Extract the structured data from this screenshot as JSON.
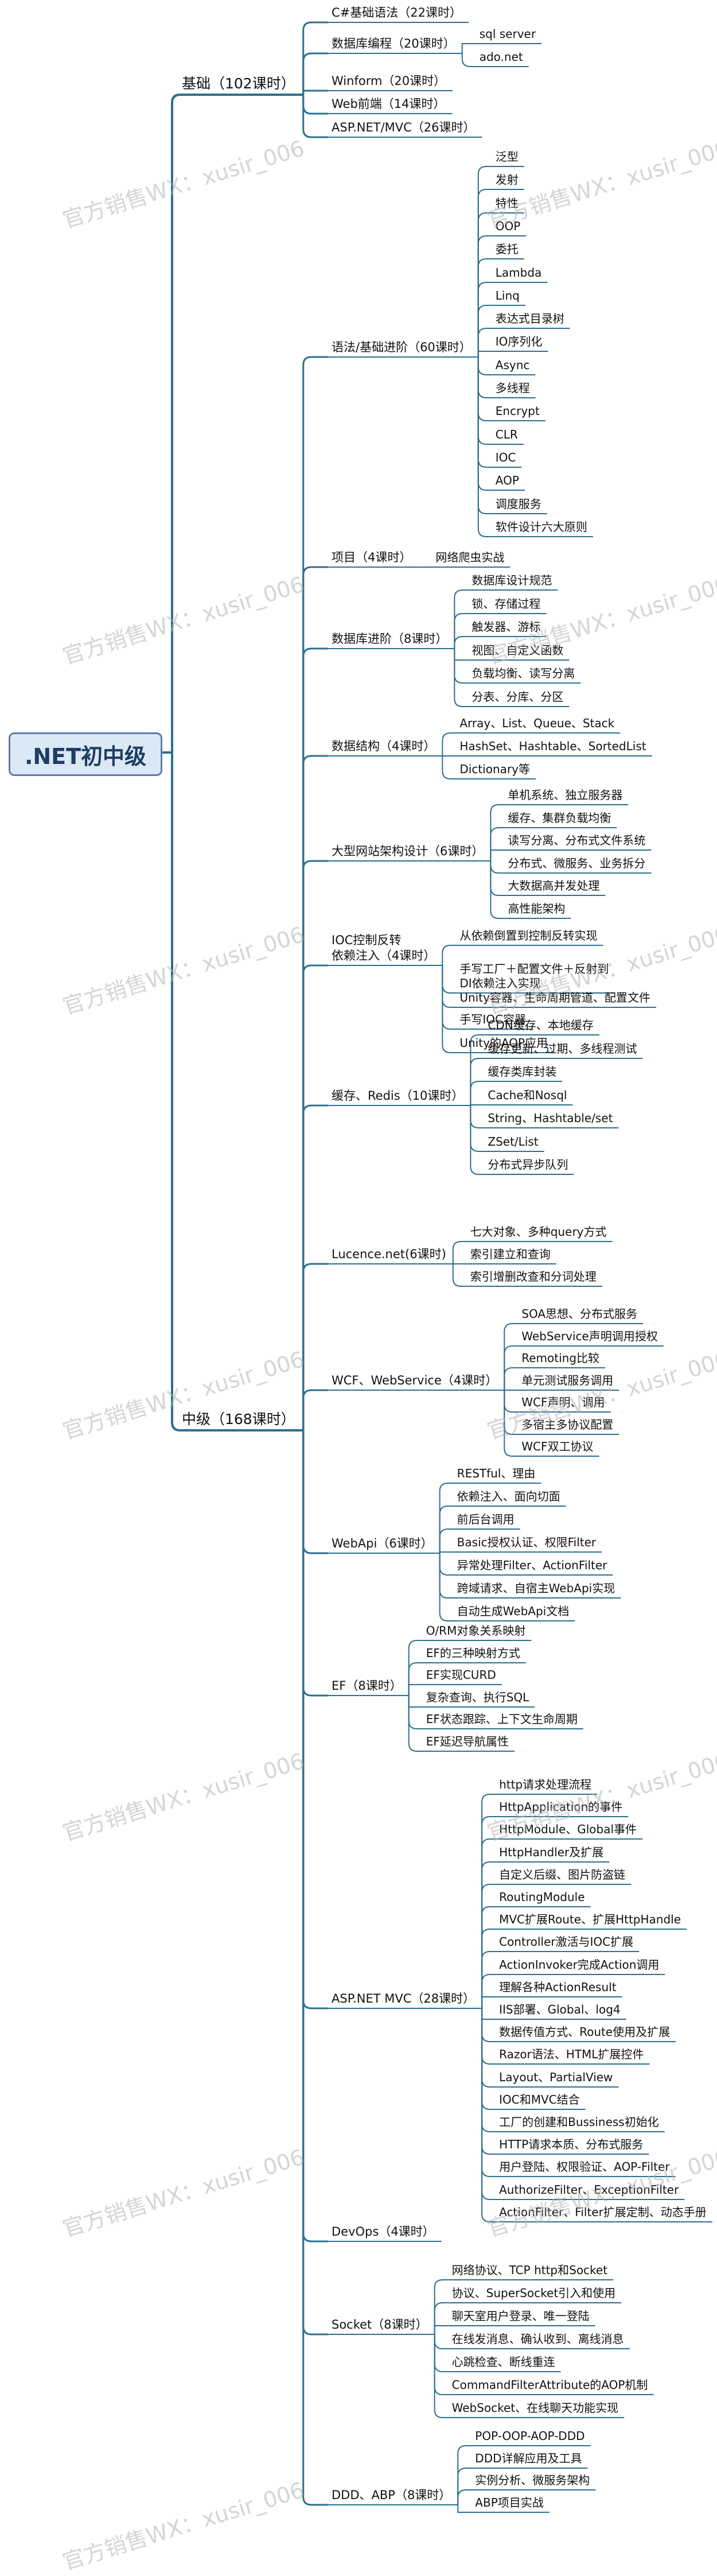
{
  "root": ".NET初中级",
  "watermark": "官方销售WX：xusir_006",
  "branches": [
    {
      "label": "基础（102课时）",
      "children": [
        {
          "label": "C#基础语法（22课时）",
          "children": []
        },
        {
          "label": "数据库编程（20课时）",
          "children": [
            "sql server",
            "ado.net"
          ]
        },
        {
          "label": "Winform（20课时）",
          "children": []
        },
        {
          "label": "Web前端（14课时）",
          "children": []
        },
        {
          "label": "ASP.NET/MVC（26课时）",
          "children": []
        }
      ]
    },
    {
      "label": "中级（168课时）",
      "children": [
        {
          "label": "语法/基础进阶（60课时）",
          "children": [
            "泛型",
            "发射",
            "特性",
            "OOP",
            "委托",
            "Lambda",
            "Linq",
            "表达式目录树",
            "IO序列化",
            "Async",
            "多线程",
            "Encrypt",
            "CLR",
            "IOC",
            "AOP",
            "调度服务",
            "软件设计六大原则"
          ]
        },
        {
          "label": "项目（4课时）",
          "children": [
            "网络爬虫实战"
          ]
        },
        {
          "label": "数据库进阶（8课时）",
          "children": [
            "数据库设计规范",
            "锁、存储过程",
            "触发器、游标",
            "视图、自定义函数",
            "负载均衡、读写分离",
            "分表、分库、分区"
          ]
        },
        {
          "label": "数据结构（4课时）",
          "children": [
            "Array、List、Queue、Stack",
            "HashSet、Hashtable、SortedList",
            "Dictionary等"
          ]
        },
        {
          "label": "大型网站架构设计（6课时）",
          "children": [
            "单机系统、独立服务器",
            "缓存、集群负载均衡",
            "读写分离、分布式文件系统",
            "分布式、微服务、业务拆分",
            "大数据高并发处理",
            "高性能架构"
          ]
        },
        {
          "label": "IOC控制反转\n依赖注入（4课时）",
          "children": [
            "从依赖倒置到控制反转实现",
            "手写工厂＋配置文件＋反射到\nDI依赖注入实现",
            "Unity容器、生命周期管道、配置文件",
            "手写IOC容器",
            "Unity的AOP应用"
          ]
        },
        {
          "label": "缓存、Redis（10课时）",
          "children": [
            "CDN缓存、本地缓存",
            "缓存更新、过期、多线程测试",
            "缓存类库封装",
            "Cache和Nosql",
            "String、Hashtable/set",
            "ZSet/List",
            "分布式异步队列"
          ]
        },
        {
          "label": "Lucence.net(6课时)",
          "children": [
            "七大对象、多种query方式",
            "索引建立和查询",
            "索引增删改查和分词处理"
          ]
        },
        {
          "label": "WCF、WebService（4课时）",
          "children": [
            "SOA思想、分布式服务",
            "WebService声明调用授权",
            "Remoting比较",
            "单元测试服务调用",
            "WCF声明、调用",
            "多宿主多协议配置",
            "WCF双工协议"
          ]
        },
        {
          "label": "WebApi（6课时）",
          "children": [
            "RESTful、理由",
            "依赖注入、面向切面",
            "前后台调用",
            "Basic授权认证、权限Filter",
            "异常处理Filter、ActionFilter",
            "跨域请求、自宿主WebApi实现",
            "自动生成WebApi文档"
          ]
        },
        {
          "label": "EF（8课时）",
          "children": [
            "O/RM对象关系映射",
            "EF的三种映射方式",
            "EF实现CURD",
            "复杂查询、执行SQL",
            "EF状态跟踪、上下文生命周期",
            "EF延迟导航属性"
          ]
        },
        {
          "label": "ASP.NET MVC（28课时）",
          "children": [
            "http请求处理流程",
            "HttpApplication的事件",
            "HttpModule、Global事件",
            "HttpHandler及扩展",
            "自定义后缀、图片防盗链",
            "RoutingModule",
            "MVC扩展Route、扩展HttpHandle",
            "Controller激活与IOC扩展",
            "ActionInvoker完成Action调用",
            "理解各种ActionResult",
            "IIS部署、Global、log4",
            "数据传值方式、Route使用及扩展",
            "Razor语法、HTML扩展控件",
            "Layout、PartialView",
            "IOC和MVC结合",
            "工厂的创建和Bussiness初始化",
            "HTTP请求本质、分布式服务",
            "用户登陆、权限验证、AOP-Filter",
            "AuthorizeFilter、ExceptionFilter",
            "ActionFilter、Filter扩展定制、动态手册"
          ]
        },
        {
          "label": "DevOps（4课时）",
          "children": []
        },
        {
          "label": "Socket（8课时）",
          "children": [
            "网络协议、TCP http和Socket",
            "协议、SuperSocket引入和使用",
            "聊天室用户登录、唯一登陆",
            "在线发消息、确认收到、离线消息",
            "心跳检查、断线重连",
            "CommandFilterAttribute的AOP机制",
            "WebSocket、在线聊天功能实现"
          ]
        },
        {
          "label": "DDD、ABP（8课时）",
          "children": [
            "POP-OOP-AOP-DDD",
            "DDD详解应用及工具",
            "实例分析、微服务架构",
            "ABP项目实战"
          ]
        }
      ]
    }
  ]
}
